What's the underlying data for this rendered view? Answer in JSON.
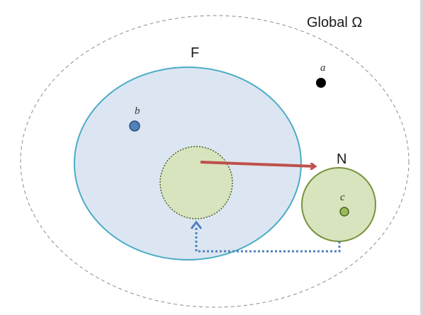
{
  "labels": {
    "global": "Global Ω",
    "set_f": "F",
    "set_n": "N",
    "point_a": "a",
    "point_b": "b",
    "point_c": "c"
  },
  "colors": {
    "global_outline": "#8c8c8c",
    "f_fill": "#dce6f2",
    "f_stroke": "#4bacc6",
    "inner_fill": "#d7e4bd",
    "inner_stroke": "#4f6228",
    "n_fill": "#d7e4bd",
    "n_stroke": "#77933c",
    "point_a": "#000000",
    "point_b": "#4f81bd",
    "point_c": "#9bbb59",
    "red_arrow": "#c0504d",
    "blue_dotted_arrow": "#4f81bd"
  }
}
